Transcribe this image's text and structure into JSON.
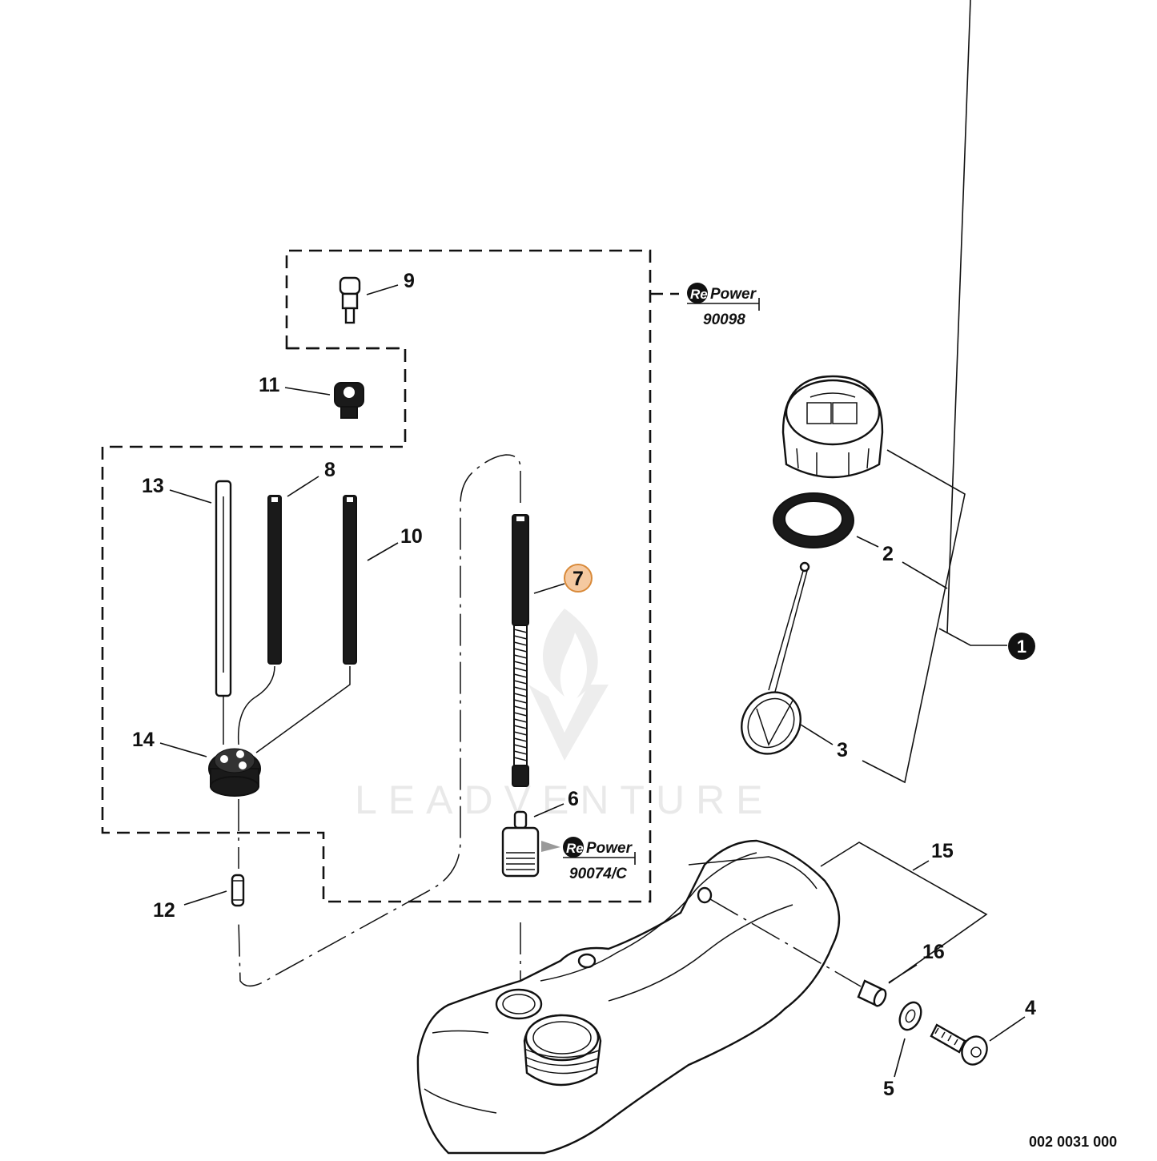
{
  "diagram": {
    "drawing_number": "002 0031 000",
    "watermark": "LEADVENTURE",
    "callouts": {
      "c1": "1",
      "c2": "2",
      "c3": "3",
      "c4": "4",
      "c5": "5",
      "c6": "6",
      "c7": "7",
      "c8": "8",
      "c9": "9",
      "c10": "10",
      "c11": "11",
      "c12": "12",
      "c13": "13",
      "c14": "14",
      "c15": "15",
      "c16": "16"
    },
    "highlighted_callout": "7",
    "repower_kits": [
      {
        "brand_re": "Re",
        "brand_power": "Power",
        "number": "90098"
      },
      {
        "brand_re": "Re",
        "brand_power": "Power",
        "number": "90074/C"
      }
    ],
    "colors": {
      "highlight_fill": "#f5c9a0",
      "highlight_stroke": "#d98a3a",
      "ink": "#111111"
    }
  }
}
